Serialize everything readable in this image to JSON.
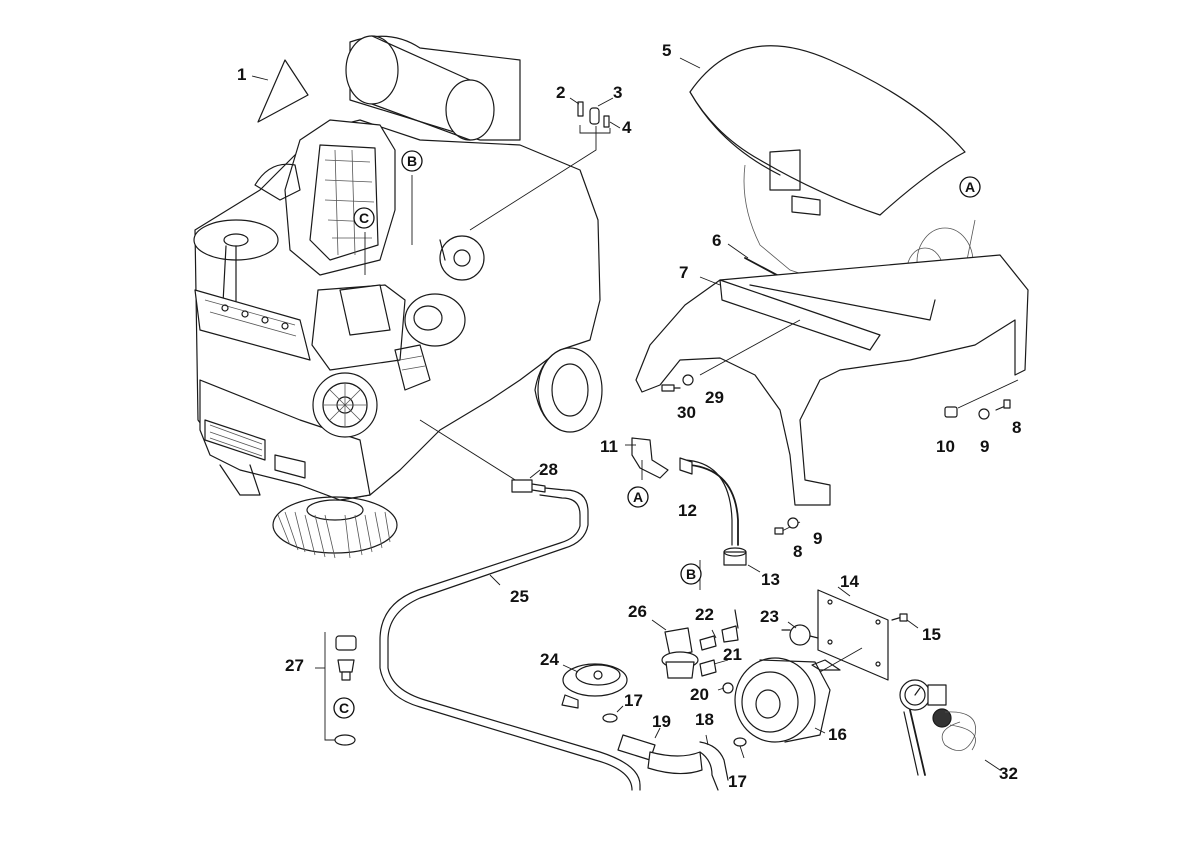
{
  "callouts": [
    {
      "id": "c1",
      "text": "1"
    },
    {
      "id": "c2",
      "text": "2"
    },
    {
      "id": "c3",
      "text": "3"
    },
    {
      "id": "c4",
      "text": "4"
    },
    {
      "id": "c5",
      "text": "5"
    },
    {
      "id": "c6",
      "text": "6"
    },
    {
      "id": "c7",
      "text": "7"
    },
    {
      "id": "c8a",
      "text": "8"
    },
    {
      "id": "c8b",
      "text": "8"
    },
    {
      "id": "c9a",
      "text": "9"
    },
    {
      "id": "c9b",
      "text": "9"
    },
    {
      "id": "c10",
      "text": "10"
    },
    {
      "id": "c11",
      "text": "11"
    },
    {
      "id": "c12",
      "text": "12"
    },
    {
      "id": "c13",
      "text": "13"
    },
    {
      "id": "c14",
      "text": "14"
    },
    {
      "id": "c15",
      "text": "15"
    },
    {
      "id": "c16",
      "text": "16"
    },
    {
      "id": "c17a",
      "text": "17"
    },
    {
      "id": "c17b",
      "text": "17"
    },
    {
      "id": "c18",
      "text": "18"
    },
    {
      "id": "c19",
      "text": "19"
    },
    {
      "id": "c20",
      "text": "20"
    },
    {
      "id": "c21",
      "text": "21"
    },
    {
      "id": "c22",
      "text": "22"
    },
    {
      "id": "c23",
      "text": "23"
    },
    {
      "id": "c24",
      "text": "24"
    },
    {
      "id": "c25",
      "text": "25"
    },
    {
      "id": "c26",
      "text": "26"
    },
    {
      "id": "c27",
      "text": "27"
    },
    {
      "id": "c28",
      "text": "28"
    },
    {
      "id": "c29",
      "text": "29"
    },
    {
      "id": "c30",
      "text": "30"
    },
    {
      "id": "c32",
      "text": "32"
    }
  ],
  "markers": [
    {
      "id": "mB1",
      "text": "B"
    },
    {
      "id": "mC1",
      "text": "C"
    },
    {
      "id": "mA1",
      "text": "A"
    },
    {
      "id": "mA2",
      "text": "A"
    },
    {
      "id": "mB2",
      "text": "B"
    },
    {
      "id": "mC2",
      "text": "C"
    }
  ]
}
